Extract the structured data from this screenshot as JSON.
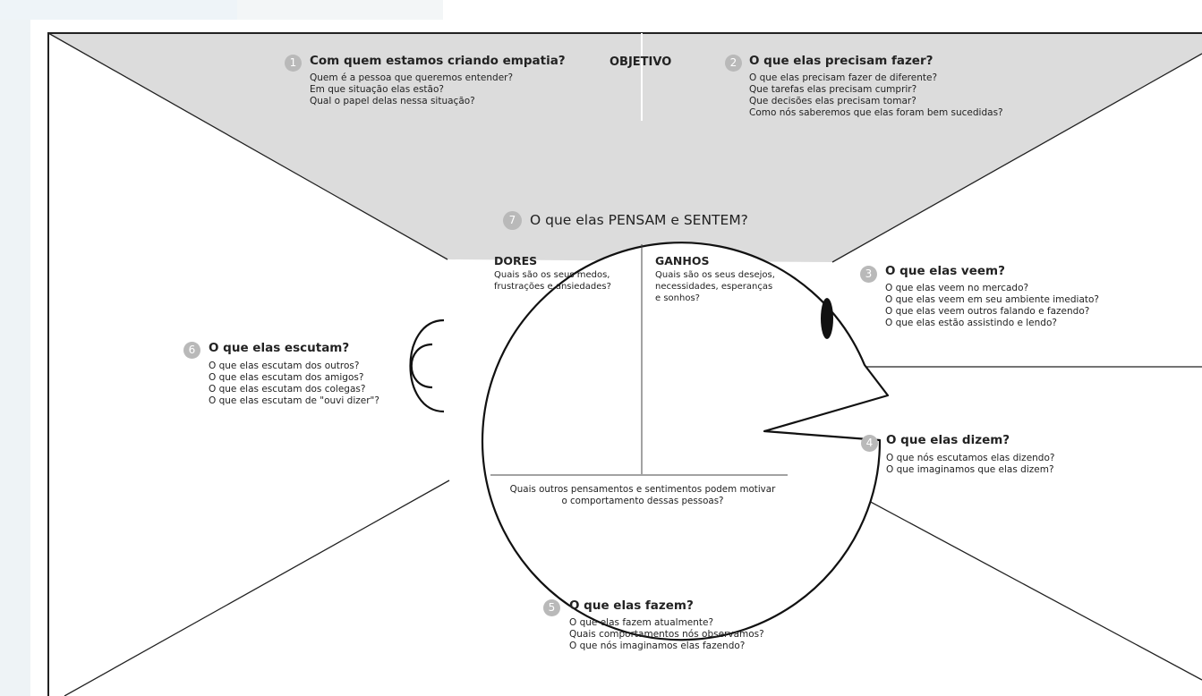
{
  "objective_label": "OBJETIVO",
  "colors": {
    "header_fill": "#dcdcdc",
    "line": "#222222",
    "badge": "#b9b9b9"
  },
  "sections": {
    "s1": {
      "number": "1",
      "title": "Com quem estamos criando empatia?",
      "questions": [
        "Quem é a pessoa que queremos entender?",
        "Em que situação elas estão?",
        "Qual o papel delas nessa situação?"
      ]
    },
    "s2": {
      "number": "2",
      "title": "O que elas precisam fazer?",
      "questions": [
        "O que elas precisam fazer de diferente?",
        "Que tarefas elas precisam cumprir?",
        "Que decisões elas precisam tomar?",
        "Como nós saberemos que elas foram bem sucedidas?"
      ]
    },
    "s3": {
      "number": "3",
      "title": "O que elas veem?",
      "questions": [
        "O que elas veem no mercado?",
        "O que elas veem em seu ambiente imediato?",
        "O que elas veem outros falando e fazendo?",
        "O que elas estão assistindo e lendo?"
      ]
    },
    "s4": {
      "number": "4",
      "title": "O que elas dizem?",
      "questions": [
        "O que nós escutamos elas dizendo?",
        "O que imaginamos que elas dizem?"
      ]
    },
    "s5": {
      "number": "5",
      "title": "O que elas fazem?",
      "questions": [
        "O que elas fazem atualmente?",
        "Quais comportamentos nós observamos?",
        "O que nós imaginamos elas fazendo?"
      ]
    },
    "s6": {
      "number": "6",
      "title": "O que elas escutam?",
      "questions": [
        "O que elas escutam dos outros?",
        "O que elas escutam dos amigos?",
        "O que elas escutam dos colegas?",
        "O que elas escutam de \"ouvi dizer\"?"
      ]
    },
    "s7": {
      "number": "7",
      "title": "O que elas PENSAM e SENTEM?",
      "dores": {
        "title": "DORES",
        "lines": [
          "Quais são os seus medos,",
          "frustrações e ansiedades?"
        ]
      },
      "ganhos": {
        "title": "GANHOS",
        "lines": [
          "Quais são os seus desejos,",
          "necessidades, esperanças",
          "e sonhos?"
        ]
      },
      "bottom": [
        "Quais outros pensamentos e sentimentos podem motivar",
        "o comportamento dessas pessoas?"
      ]
    }
  }
}
